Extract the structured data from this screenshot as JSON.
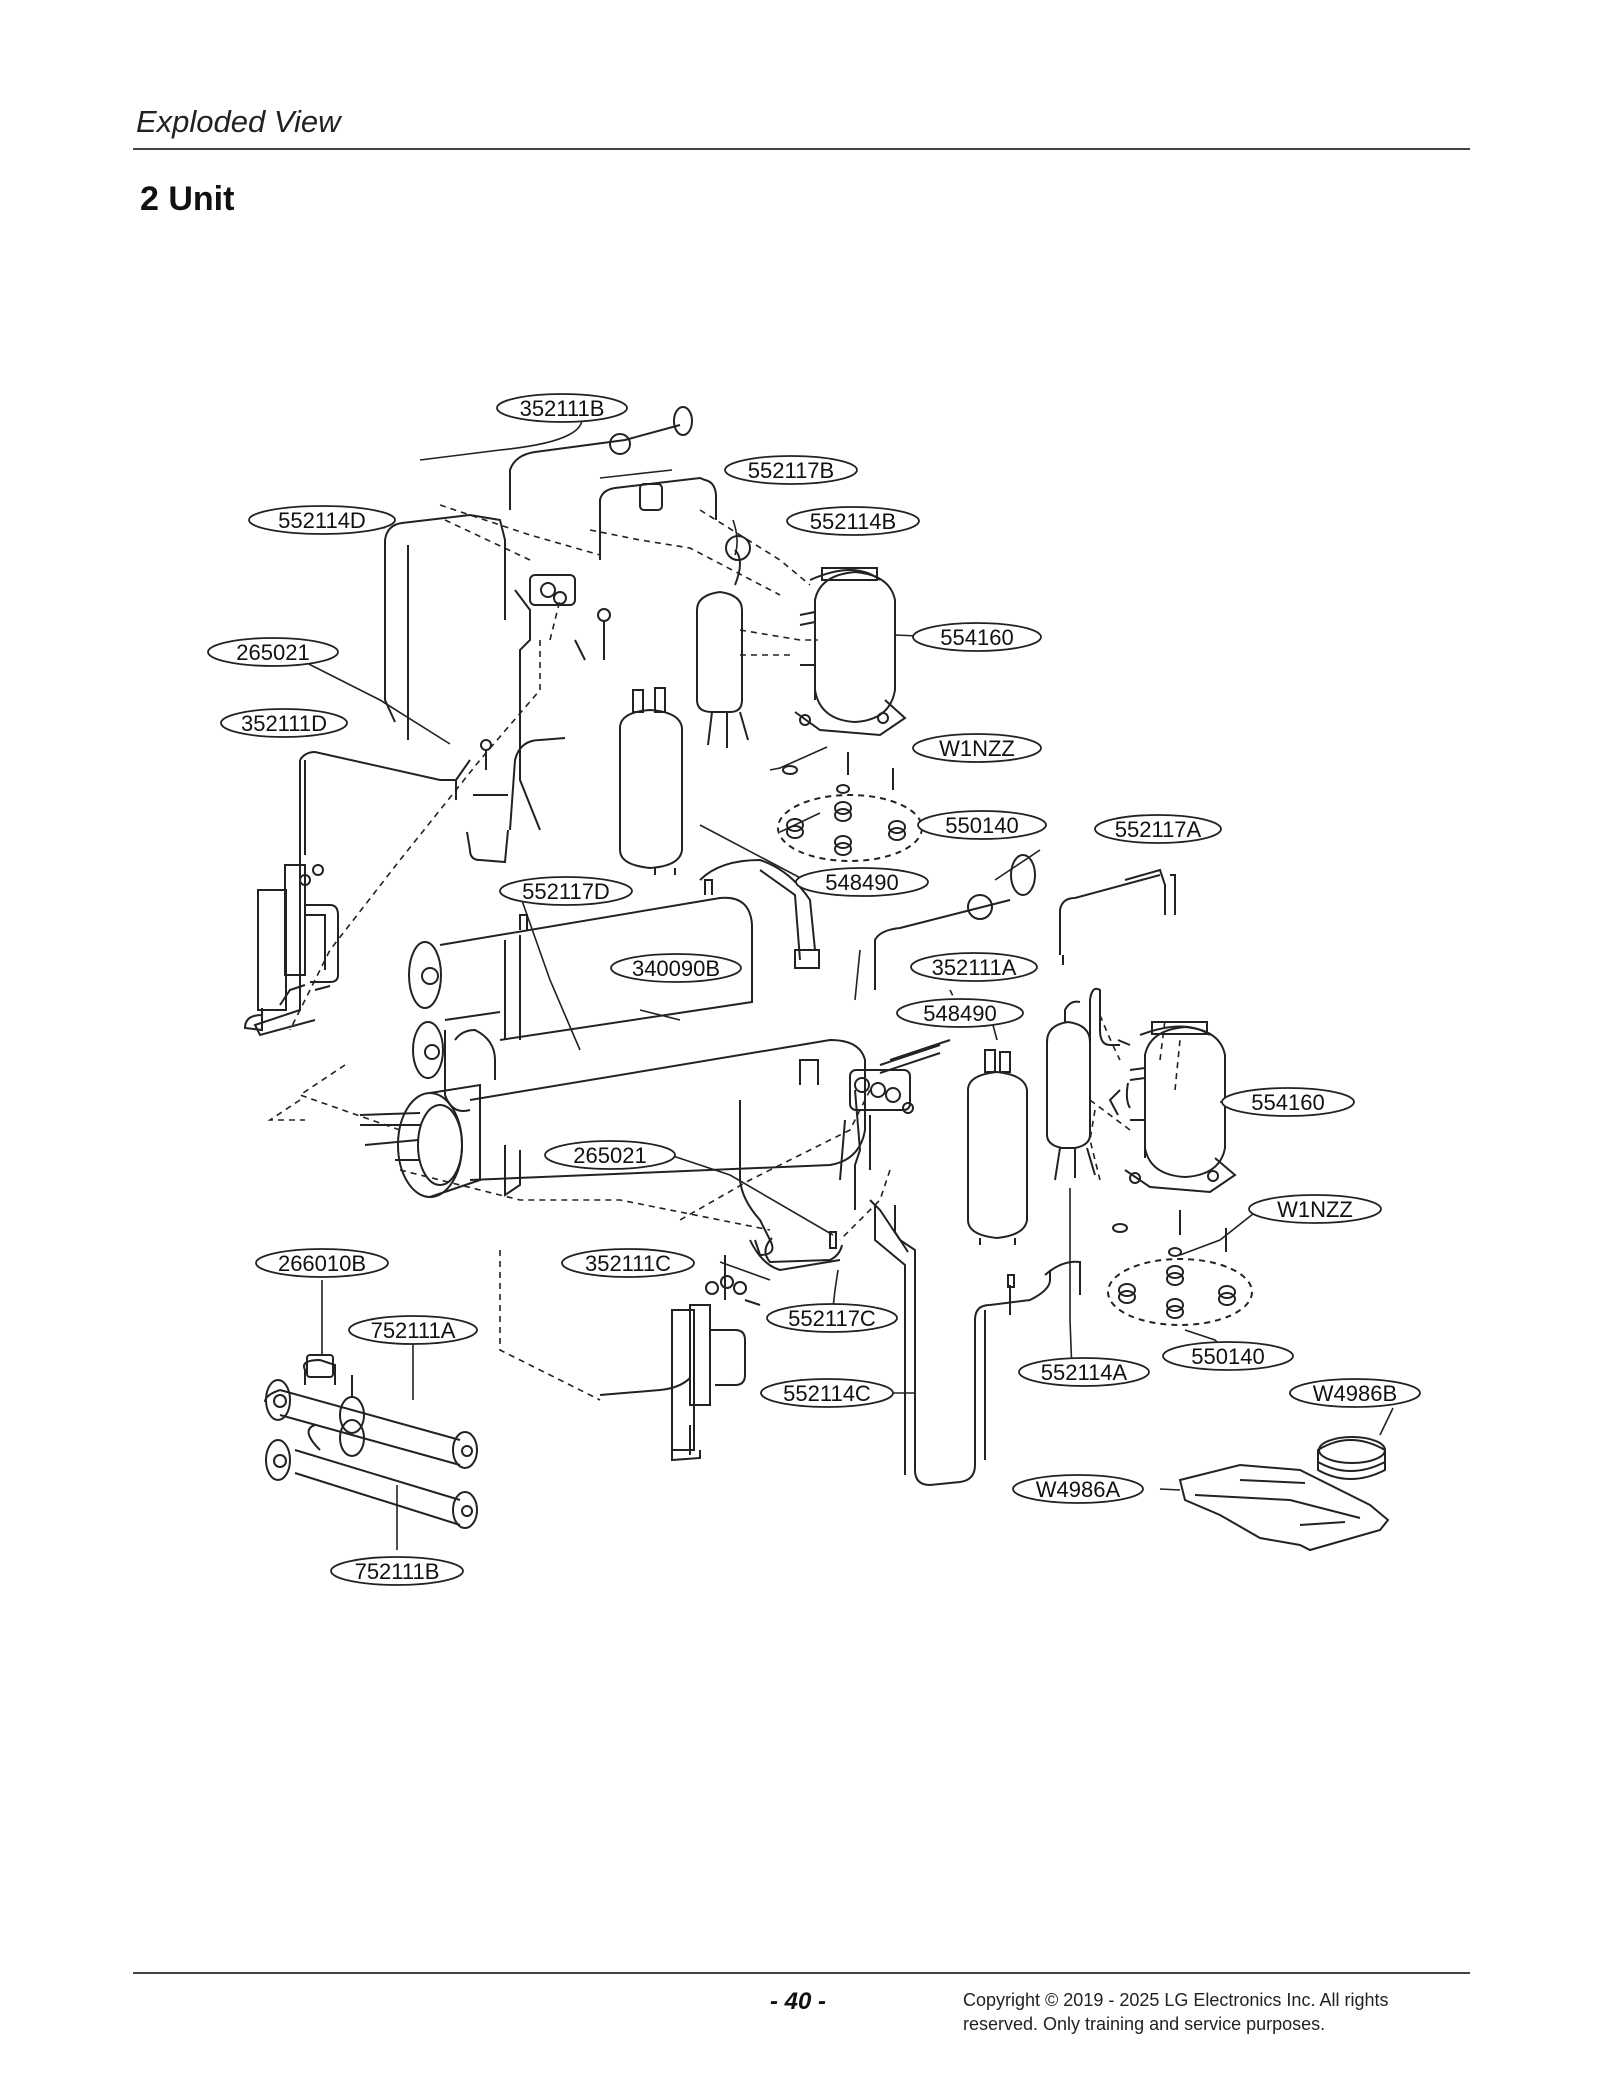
{
  "header": {
    "section_title": "Exploded View"
  },
  "unit_title": "2 Unit",
  "parts": [
    "352111B",
    "552117B",
    "552114D",
    "552114B",
    "554160",
    "265021",
    "352111D",
    "W1NZZ",
    "550140",
    "552117A",
    "548490",
    "552117D",
    "340090B",
    "352111A",
    "548490",
    "554160",
    "265021",
    "W1NZZ",
    "266010B",
    "352111C",
    "552117C",
    "752111A",
    "550140",
    "552114A",
    "552114C",
    "W4986B",
    "W4986A",
    "752111B"
  ],
  "footer": {
    "page_number": "- 40 -",
    "copyright": "Copyright © 2019 - 2025 LG Electronics Inc. All rights reserved. Only training and service purposes."
  }
}
